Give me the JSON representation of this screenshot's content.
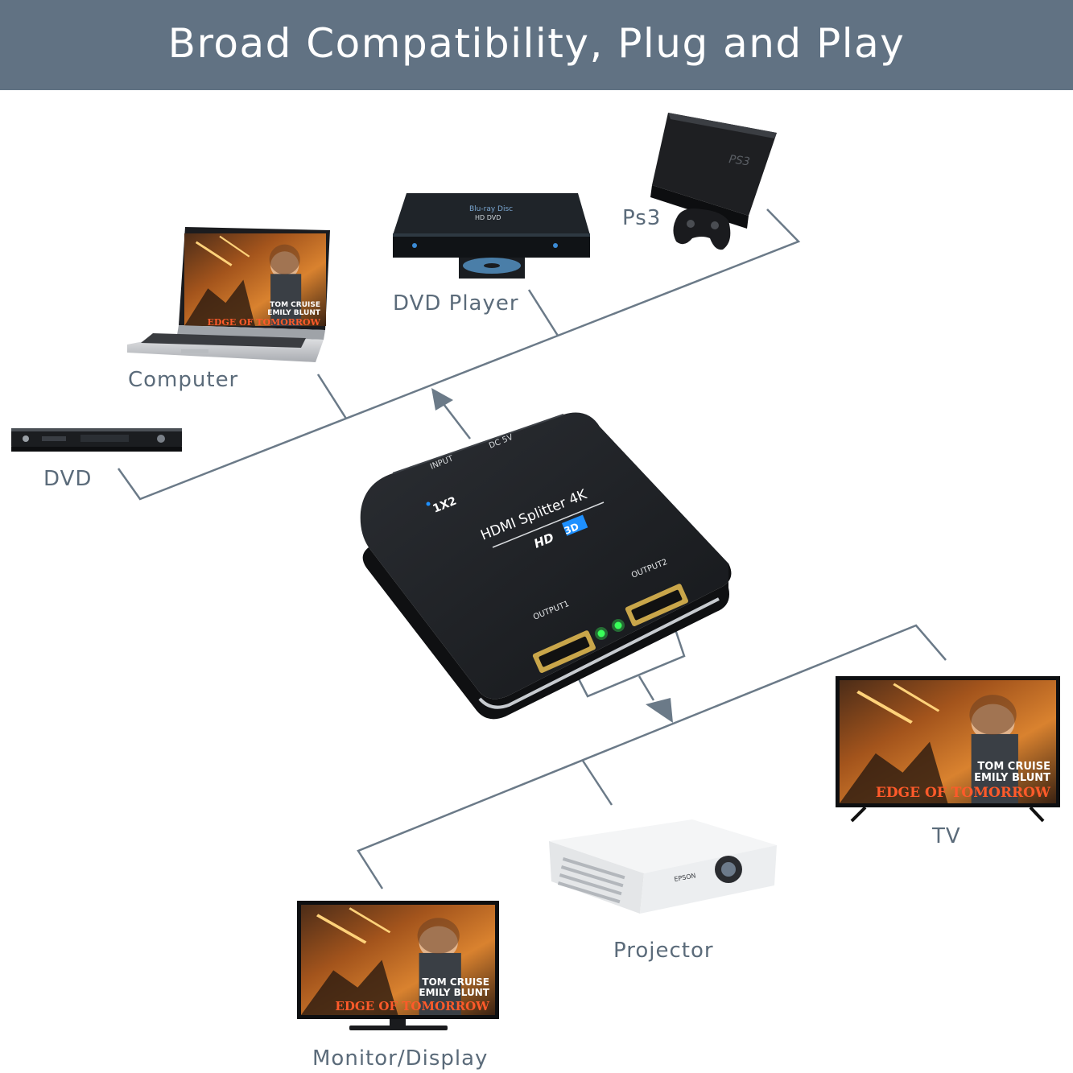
{
  "banner": {
    "title": "Broad Compatibility, Plug and Play",
    "bg": "#617283"
  },
  "devices": {
    "ps3": "Ps3",
    "dvd_player": "DVD Player",
    "computer": "Computer",
    "dvd": "DVD",
    "tv": "TV",
    "projector": "Projector",
    "monitor": "Monitor/Display"
  },
  "splitter": {
    "input_port": "INPUT",
    "power_port": "DC 5V",
    "model_badge": "1X2",
    "product_name": "HDMI Splitter 4K",
    "hd_badge": "HD",
    "badge_3d": "3D",
    "output1": "OUTPUT1",
    "output2": "OUTPUT2"
  },
  "screen_poster": {
    "cast_line1": "TOM CRUISE",
    "cast_line2": "EMILY BLUNT",
    "movie_title": "EDGE OF TOMORROW"
  },
  "device_marks": {
    "bluray_brand": "Blu-ray Disc",
    "bluray_model": "HD DVD",
    "console_brand": "PS3",
    "projector_brand": "EPSON"
  },
  "colors": {
    "connector": "#6b7a88",
    "label": "#5b6b7a",
    "accent_blue": "#1e90ff",
    "led_green": "#39ff5a"
  }
}
